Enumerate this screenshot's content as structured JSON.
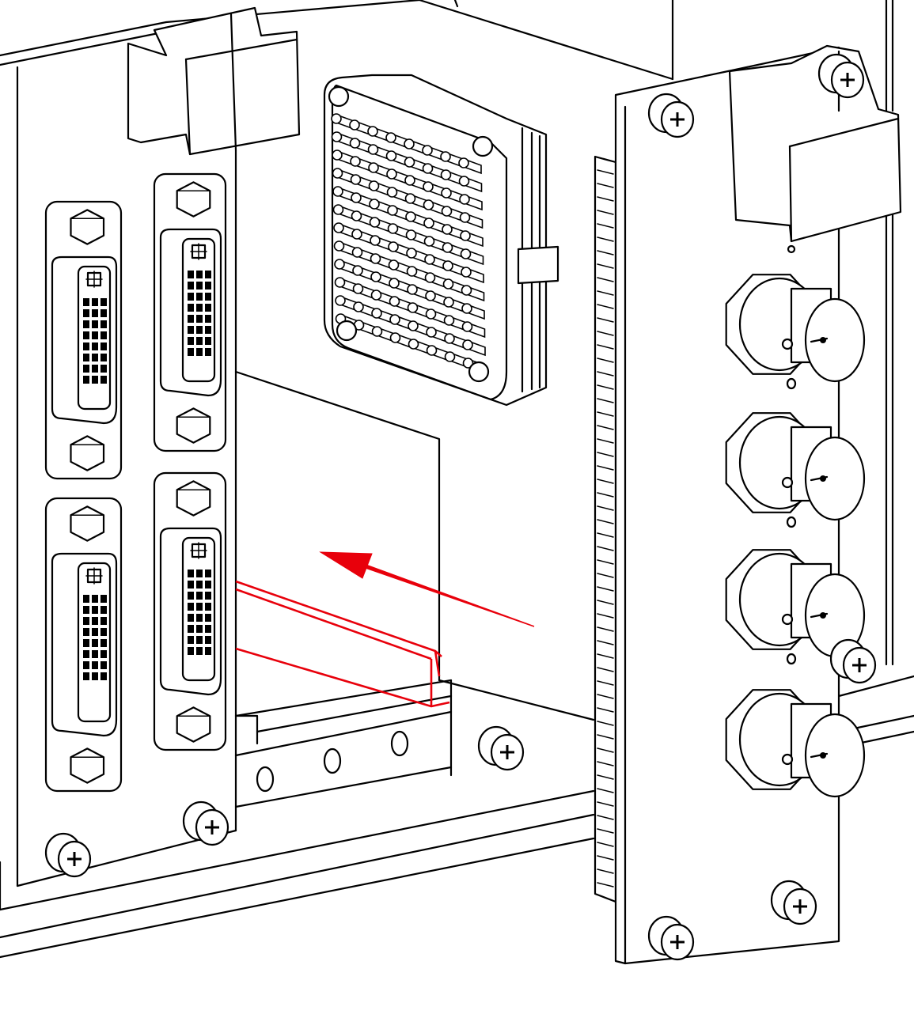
{
  "figure": {
    "colors": {
      "line": "#000000",
      "background": "#ffffff",
      "highlight": "#e8000b"
    },
    "elements": {
      "chassis": "rack-chassis",
      "left_connectors": "dvi-connector",
      "right_connectors": "bnc-connector",
      "center_connector": "pin-array-connector",
      "guide_rail": "card-guide-rail",
      "arrow": "insertion-arrow",
      "screws": "captive-screw-icon"
    },
    "connector_counts": {
      "dvi": 4,
      "bnc": 4
    }
  }
}
